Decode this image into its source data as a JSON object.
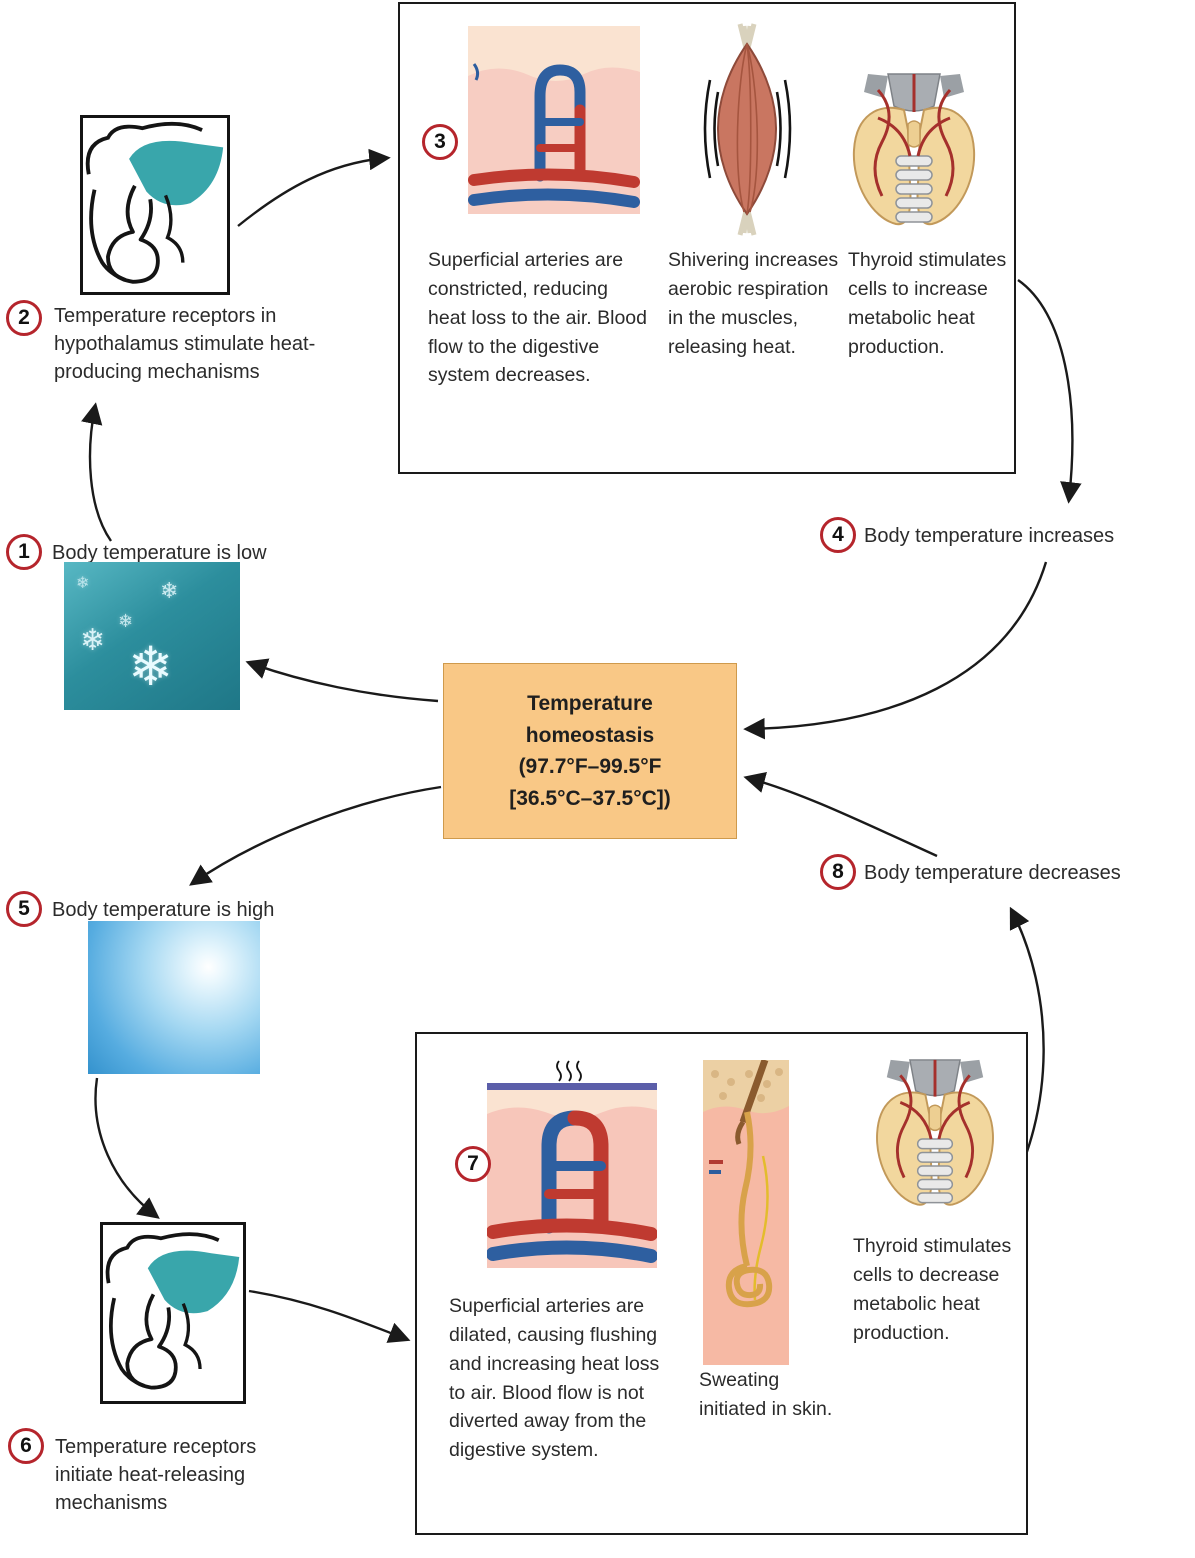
{
  "colors": {
    "step_circle_border": "#b5252c",
    "center_box_fill": "#f9c886",
    "center_box_border": "#cf9a4c",
    "hypothalamus_teal": "#39a6ab",
    "artery_red": "#bf3a30",
    "vein_blue": "#2e5fa0",
    "arrow_black": "#1a1a1a"
  },
  "center_box": {
    "lines": [
      "Temperature",
      "homeostasis",
      "(97.7°F–99.5°F",
      "[36.5°C–37.5°C])"
    ]
  },
  "steps": {
    "s1": {
      "num": "1",
      "label": "Body temperature is low"
    },
    "s2": {
      "num": "2",
      "label": "Temperature receptors in hypothalamus stimulate heat-producing mechanisms"
    },
    "s3": {
      "num": "3",
      "captions": [
        "Superficial arteries are constricted, reducing heat loss to the air. Blood flow to the digestive system decreases.",
        "Shivering increases aerobic respiration in the muscles, releasing heat.",
        "Thyroid stimulates cells to increase metabolic heat production."
      ]
    },
    "s4": {
      "num": "4",
      "label": "Body temperature increases"
    },
    "s5": {
      "num": "5",
      "label": "Body temperature is high"
    },
    "s6": {
      "num": "6",
      "label": "Temperature receptors initiate heat-releasing mechanisms"
    },
    "s7": {
      "num": "7",
      "captions": [
        "Superficial arteries are dilated, causing flushing and increasing heat loss to air. Blood flow is not diverted away from the digestive system.",
        "Sweating initiated in skin.",
        "Thyroid stimulates cells to decrease metabolic heat production."
      ]
    },
    "s8": {
      "num": "8",
      "label": "Body temperature decreases"
    }
  },
  "icons": {
    "snowflake": "❄"
  }
}
